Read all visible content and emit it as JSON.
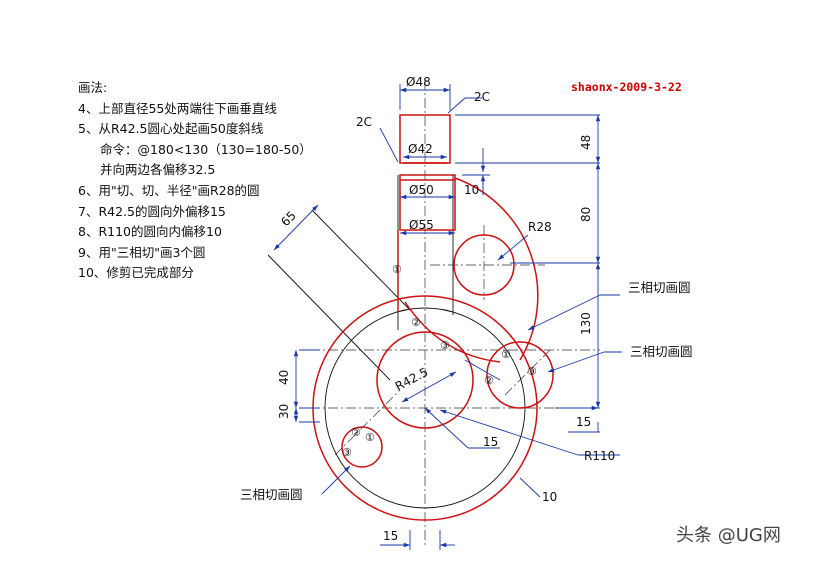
{
  "method_heading": "画法:",
  "steps": [
    "4、上部直径55处两端往下画垂直线",
    "5、从R42.5圆心处起画50度斜线",
    "命令：@180<130（130=180-50）",
    "并向两边各偏移32.5",
    "6、用\"切、切、半径\"画R28的圆",
    "7、R42.5的圆向外偏移15",
    "8、R110的圆向内偏移10",
    "9、用\"三相切\"画3个圆",
    "10、修剪已完成部分"
  ],
  "author_stamp": "shaonx-2009-3-22",
  "watermark": "头条 @UG网",
  "dims": {
    "d48": "Ø48",
    "c2_top": "2C",
    "c2_left": "2C",
    "d42": "Ø42",
    "d50": "Ø50",
    "d55": "Ø55",
    "v48": "48",
    "v10": "10",
    "v80": "80",
    "r28": "R28",
    "v130": "130",
    "v65": "65",
    "v40": "40",
    "v30": "30",
    "r42_5": "R42.5",
    "v15_right": "15",
    "v15_center": "15",
    "r110": "R110",
    "v10_bottom": "10",
    "v15_bottom": "15"
  },
  "callouts": {
    "tangent_1": "三相切画圆",
    "tangent_2": "三相切画圆",
    "tangent_3": "三相切画圆"
  },
  "markers": {
    "m1_shaft": "①",
    "m2_shaft": "②",
    "m3_center": "③",
    "m1_right": "①",
    "m2_right": "②",
    "m3_right": "③",
    "m2_left": "②",
    "m1_left": "①",
    "m3_left": "③"
  },
  "colors": {
    "red": "#cc1111",
    "blue": "#1a3aa8",
    "black": "#111111"
  }
}
